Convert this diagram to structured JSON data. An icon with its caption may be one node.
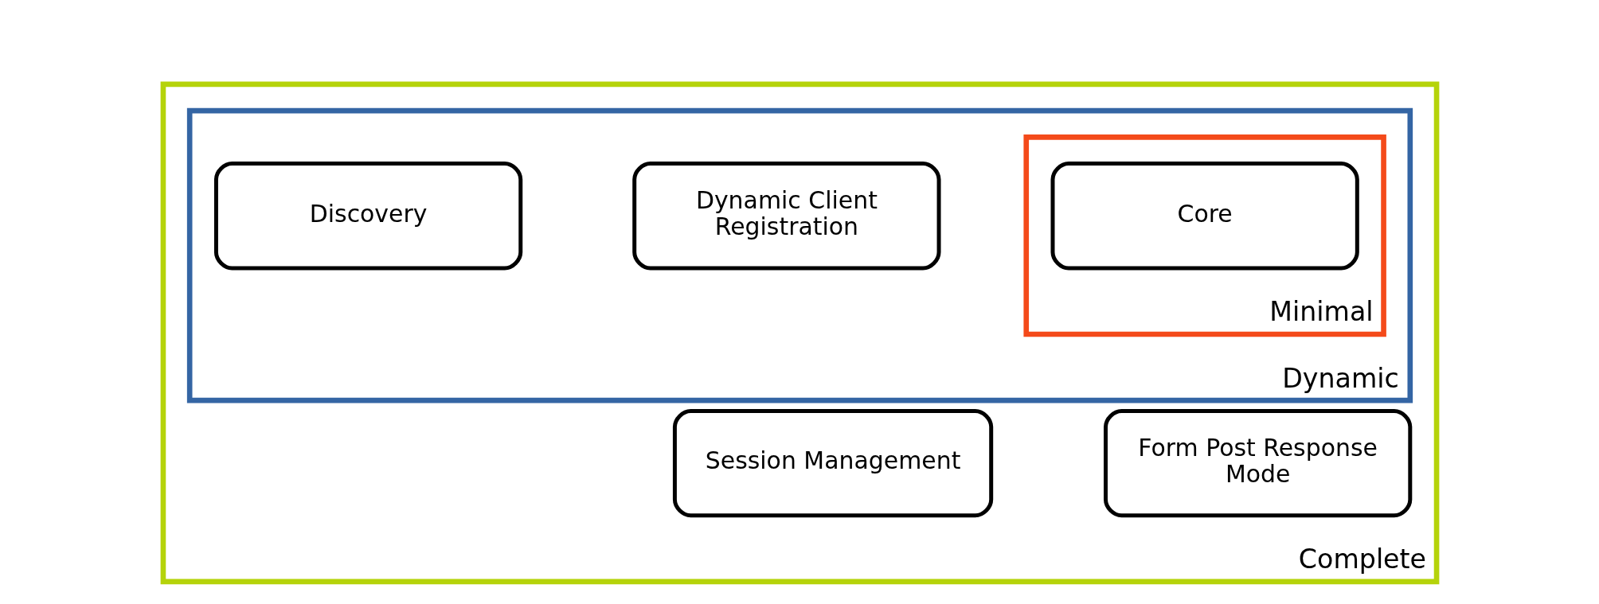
{
  "diagram": {
    "nodes": [
      {
        "text": [
          "Complete"
        ]
      },
      {
        "text": [
          "Dynamic"
        ],
        "in": 0
      },
      {
        "text": [
          "Minimal"
        ],
        "in": 1
      },
      {
        "text": [
          "Core"
        ],
        "in": 2
      },
      {
        "text": [
          "Discovery"
        ],
        "in": 1
      },
      {
        "text": [
          "Dynamic Client Registration"
        ],
        "in": 1
      },
      {
        "text": [
          "Session Management"
        ],
        "in": 0
      },
      {
        "text": [
          "Form Post Response Mode"
        ],
        "in": 0
      }
    ]
  }
}
